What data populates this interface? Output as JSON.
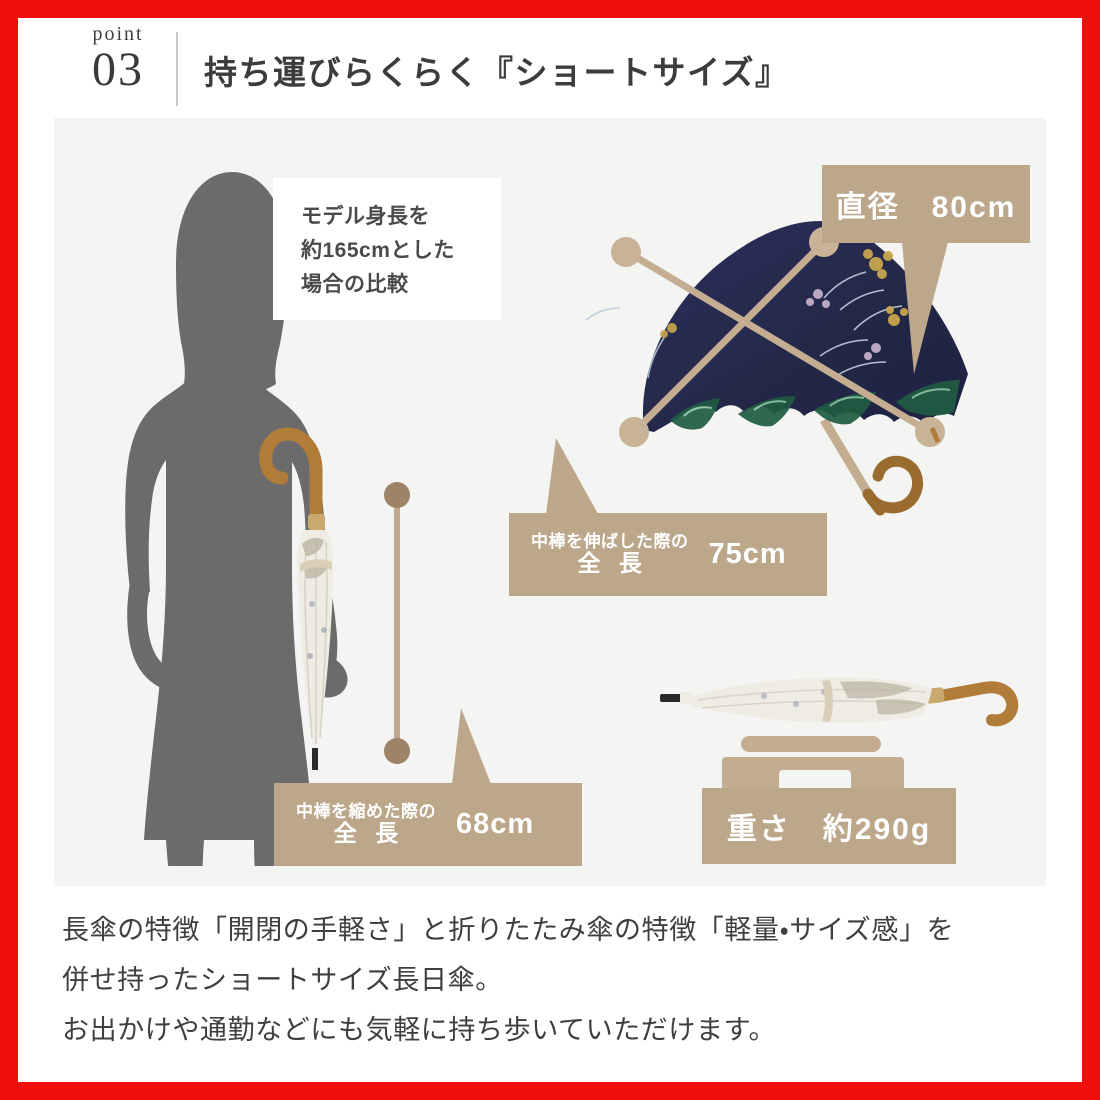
{
  "theme": {
    "border_color": "#f20d0d",
    "panel_bg": "#f4f4f3",
    "tan": "#bca78b",
    "silhouette": "#6b6b6b",
    "text": "#3f3f3f",
    "umbrella_open": "#262a52",
    "umbrella_closed": "#efece4",
    "handle_wood": "#b07c37"
  },
  "header": {
    "point_word": "point",
    "point_number": "03",
    "title": "持ち運びらくらく『ショートサイズ』"
  },
  "note_box": {
    "lines": [
      "モデル身長を",
      "約165cmとした",
      "場合の比較"
    ]
  },
  "labels": {
    "diameter": {
      "text": "直径　80cm"
    },
    "weight": {
      "text": "重さ　約290g"
    },
    "length_extended": {
      "caption_top": "中棒を伸ばした際の",
      "caption_bottom": "全 長",
      "value": "75cm"
    },
    "length_retracted": {
      "caption_top": "中棒を縮めた際の",
      "caption_bottom": "全 長",
      "value": "68cm"
    }
  },
  "description": {
    "lines": [
      "長傘の特徴「開閉の手軽さ」と折りたたみ傘の特徴「軽量・サイズ感」を",
      "併せ持ったショートサイズ長日傘。",
      "お出かけや通勤などにも気軽に持ち歩いていただけます。"
    ]
  },
  "graphics": {
    "model_silhouette": "woman-silhouette",
    "open_umbrella": "navy-floral-parasol-open",
    "closed_umbrella_vertical": "ivory-parasol-closed-vertical",
    "closed_umbrella_horizontal": "ivory-parasol-closed-horizontal",
    "scale_icon": "weighing-scale"
  }
}
